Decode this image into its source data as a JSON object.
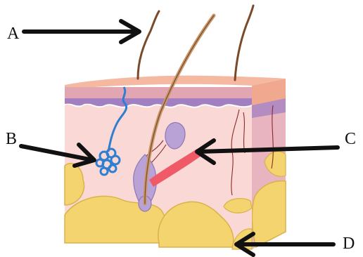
{
  "labels": {
    "a": "A",
    "b": "B",
    "c": "C",
    "d": "D"
  },
  "colors": {
    "epidermis_top": "#f4b9a0",
    "epidermis_face": "#e2a6b3",
    "basal_layer": "#a17fc1",
    "dermis": "#f9d8d6",
    "side_face": "#e7b4c0",
    "fat": "#f3d46e",
    "fat_outline": "#d9b24a",
    "hair": "#7a4a2a",
    "follicle": "#b9a3d6",
    "sweat_gland": "#2f7fd0",
    "arrector_muscle": "#ef5a66",
    "vessel": "#8a2a2a",
    "arrow": "#111111"
  },
  "icons": [
    "arrow-right-icon",
    "arrow-left-icon"
  ]
}
